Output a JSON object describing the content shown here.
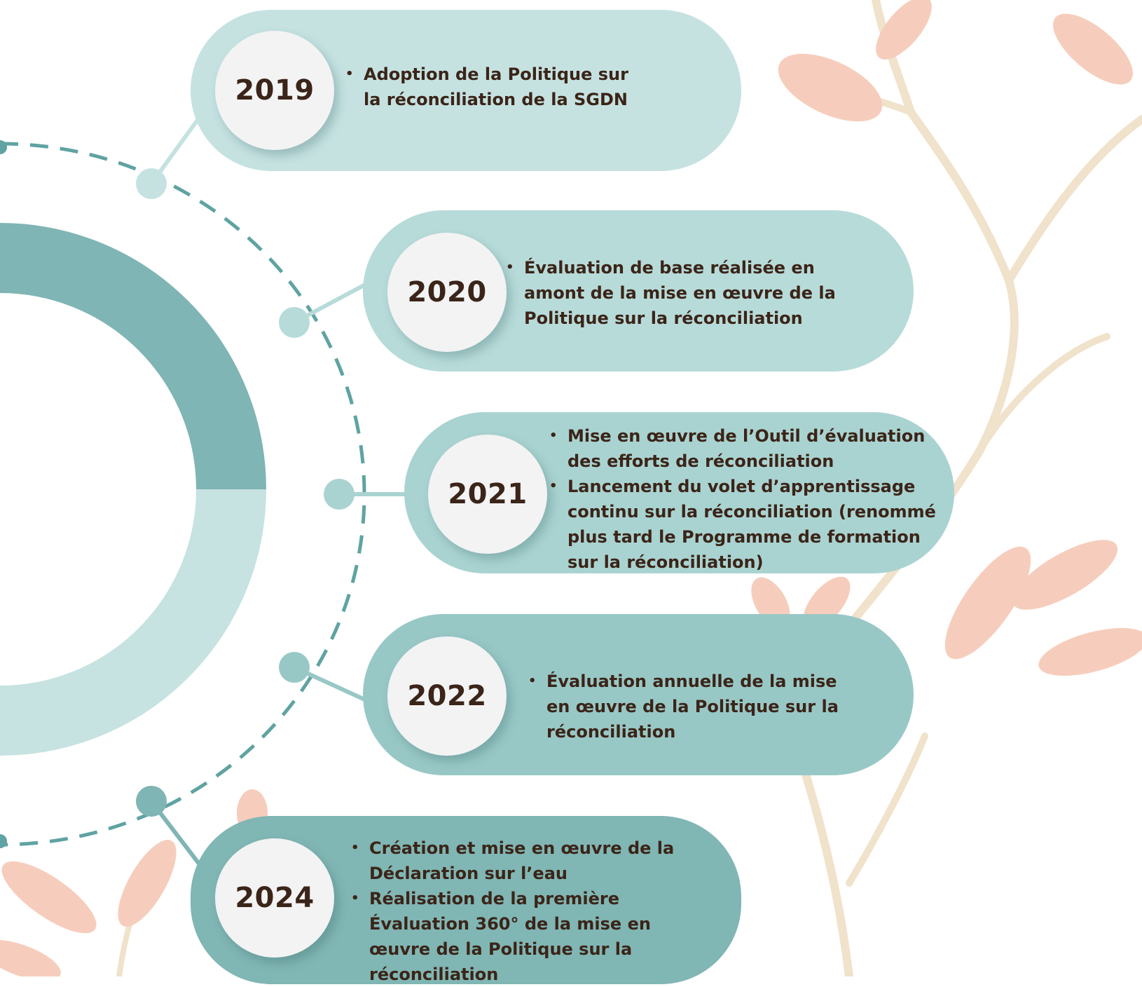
{
  "timeline": [
    {
      "year": "2019",
      "items": [
        "Adoption de la Politique sur la réconciliation de la SGDN"
      ]
    },
    {
      "year": "2020",
      "items": [
        "Évaluation de base réalisée en amont de la mise en œuvre de la Politique sur la réconciliation"
      ]
    },
    {
      "year": "2021",
      "items": [
        "Mise en œuvre de l’Outil d’évaluation des efforts de réconciliation",
        "Lancement du volet d’apprentissage continu sur la réconciliation (renommé plus tard le Programme de formation sur la réconciliation)"
      ]
    },
    {
      "year": "2022",
      "items": [
        "Évaluation annuelle de la mise en œuvre de la Politique sur la réconciliation"
      ]
    },
    {
      "year": "2024",
      "items": [
        "Création et mise en œuvre de la Déclaration sur l’eau",
        "Réalisation de la première Évaluation 360° de la mise en œuvre de la Politique sur la réconciliation"
      ]
    }
  ],
  "colors": {
    "ring_dark": "#7fb5b4",
    "ring_light": "#c6e2e1",
    "dashed_line": "#5fa3a2",
    "leaf_pink": "#f6cdbc",
    "stem_beige": "#f0e2cb",
    "text": "#3b2418"
  },
  "icons": [
    "leaf-branch-icon",
    "timeline-node-icon"
  ]
}
